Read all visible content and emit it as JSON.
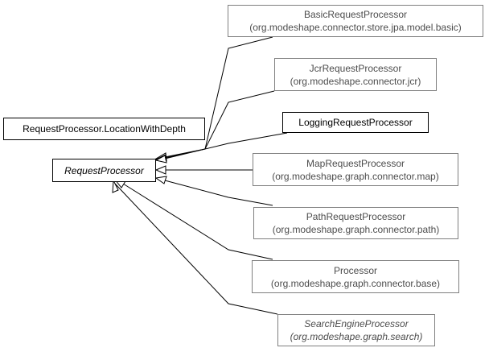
{
  "diagram": {
    "nodes": {
      "location_with_depth": {
        "name": "RequestProcessor.LocationWithDepth"
      },
      "request_processor": {
        "name": "RequestProcessor"
      },
      "basic": {
        "name": "BasicRequestProcessor",
        "package": "(org.modeshape.connector.store.jpa.model.basic)"
      },
      "jcr": {
        "name": "JcrRequestProcessor",
        "package": "(org.modeshape.connector.jcr)"
      },
      "logging": {
        "name": "LoggingRequestProcessor"
      },
      "map": {
        "name": "MapRequestProcessor",
        "package": "(org.modeshape.graph.connector.map)"
      },
      "path": {
        "name": "PathRequestProcessor",
        "package": "(org.modeshape.graph.connector.path)"
      },
      "processor": {
        "name": "Processor",
        "package": "(org.modeshape.graph.connector.base)"
      },
      "search_engine": {
        "name": "SearchEngineProcessor",
        "package": "(org.modeshape.graph.search)"
      }
    }
  }
}
